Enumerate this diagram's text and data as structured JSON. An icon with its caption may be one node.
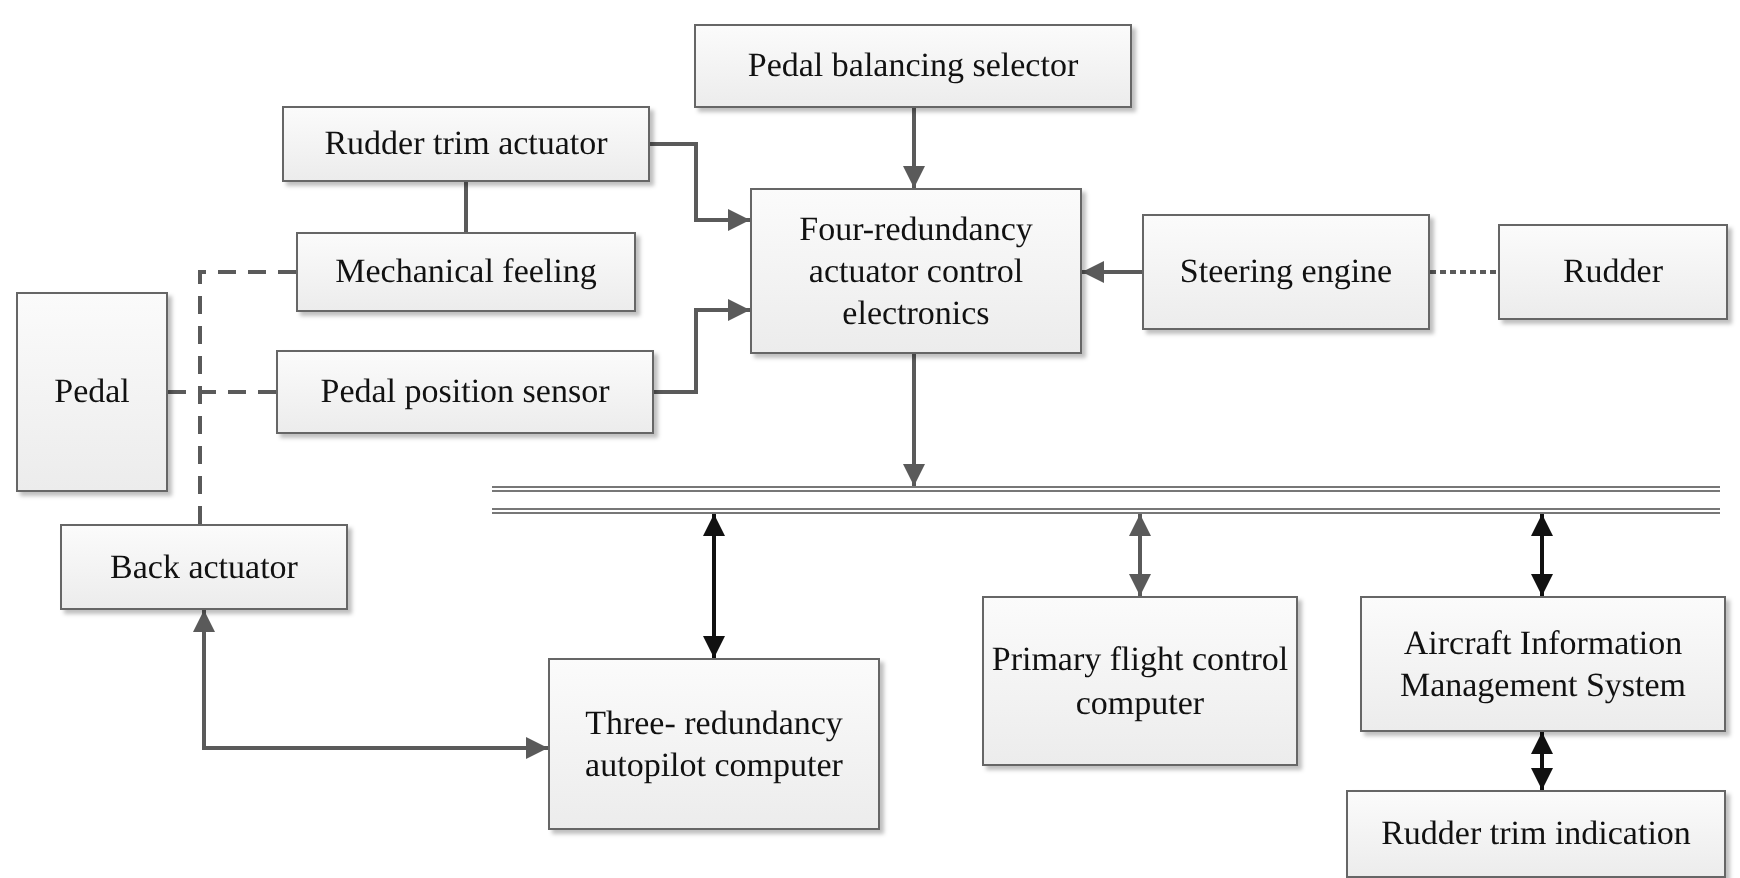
{
  "diagram": {
    "nodes": [
      {
        "text": [
          "Pedal balancing selector"
        ]
      },
      {
        "text": [
          "Rudder trim actuator"
        ]
      },
      {
        "text": [
          "Four-redundancy actuator control electronics"
        ]
      },
      {
        "text": [
          "Steering engine"
        ]
      },
      {
        "text": [
          "Rudder"
        ]
      },
      {
        "text": [
          "Mechanical feeling"
        ]
      },
      {
        "text": [
          "Pedal"
        ]
      },
      {
        "text": [
          "Pedal position sensor"
        ]
      },
      {
        "text": [],
        "shape": "bar"
      },
      {
        "text": [
          "Back actuator"
        ]
      },
      {
        "text": [
          "Primary flight control computer"
        ]
      },
      {
        "text": [
          "Aircraft Information Management System"
        ]
      },
      {
        "text": [
          "Three- redundancy autopilot computer"
        ]
      },
      {
        "text": [
          "Rudder trim indication"
        ]
      }
    ],
    "edges": [
      {
        "from": 0,
        "to": 2,
        "arrow": "to"
      },
      {
        "from": 1,
        "to": 2,
        "arrow": "to"
      },
      {
        "from": 7,
        "to": 2,
        "arrow": "to"
      },
      {
        "from": 3,
        "to": 2,
        "arrow": "to"
      },
      {
        "from": 3,
        "to": 4,
        "arrow": "none",
        "style": "dashed"
      },
      {
        "from": 1,
        "to": 5,
        "arrow": "none"
      },
      {
        "from": 5,
        "to": 9,
        "arrow": "none",
        "style": "dashed"
      },
      {
        "from": 6,
        "to": 7,
        "arrow": "none",
        "style": "dashed"
      },
      {
        "from": 2,
        "to": 8,
        "arrow": "to"
      },
      {
        "from": 12,
        "to": 8,
        "arrow": "both",
        "color": "#111111"
      },
      {
        "from": 10,
        "to": 8,
        "arrow": "both"
      },
      {
        "from": 11,
        "to": 8,
        "arrow": "both",
        "color": "#111111"
      },
      {
        "from": 11,
        "to": 13,
        "arrow": "both",
        "color": "#111111"
      },
      {
        "from": 9,
        "to": 12,
        "arrow": "both"
      }
    ]
  }
}
